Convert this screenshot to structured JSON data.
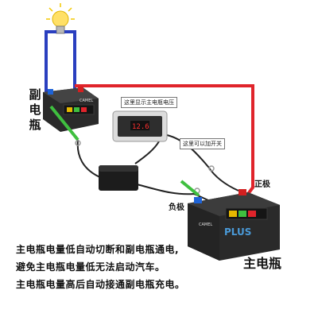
{
  "labels": {
    "aux_battery": "副电瓶",
    "main_battery": "主电瓶",
    "positive": "正极",
    "negative": "负极",
    "callout_voltage": "这里显示主电瓶电压",
    "callout_switch": "这里可以加开关"
  },
  "battery_brand": {
    "main_logo": "PLUS",
    "main_badge": "CAMEL",
    "aux_logo": "CAMEL"
  },
  "display": {
    "readout": "12.6"
  },
  "caption": {
    "line1": "主电瓶电量低自动切断和副电瓶通电,",
    "line2": "避免主电瓶电量低无法启动汽车。",
    "line3": "主电瓶电量高后自动接通副电瓶充电。"
  },
  "colors": {
    "positive_wire": "#e0242b",
    "negative_wire": "#2a3fbf",
    "ground_wire": "#3fbf3f",
    "cable": "#222222",
    "battery_body": "#2a2a2a"
  }
}
